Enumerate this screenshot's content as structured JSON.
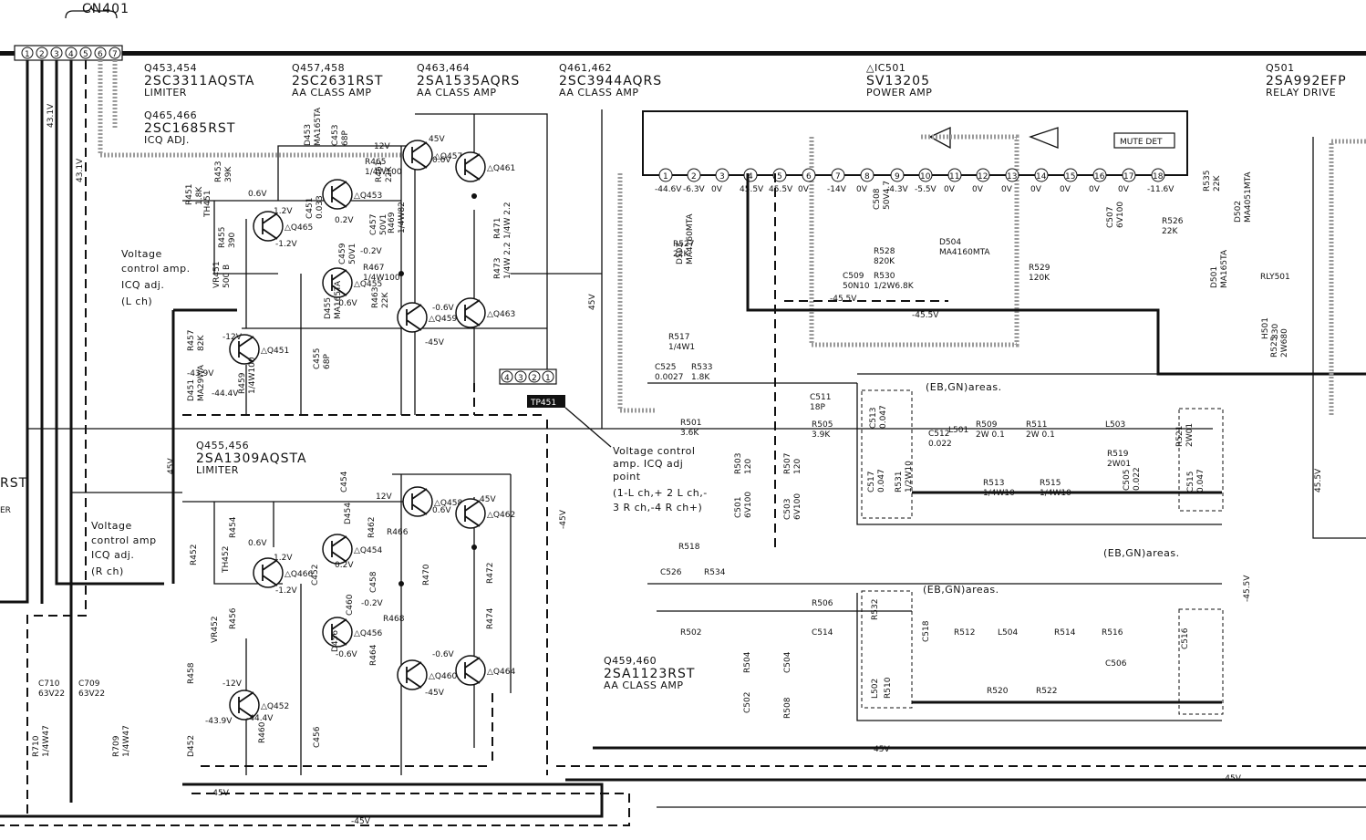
{
  "connector": {
    "name": "CN401",
    "pins": [
      "1",
      "2",
      "3",
      "4",
      "5",
      "6",
      "7"
    ]
  },
  "transistor_groups": [
    {
      "part": "Q453,454",
      "type": "2SC3311AQSTA",
      "role": "LIMITER"
    },
    {
      "part": "Q457,458",
      "type": "2SC2631RST",
      "role": "AA CLASS AMP"
    },
    {
      "part": "Q463,464",
      "type": "2SA1535AQRS",
      "role": "AA CLASS AMP"
    },
    {
      "part": "Q461,462",
      "type": "2SC3944AQRS",
      "role": "AA CLASS AMP"
    },
    {
      "part": "Q465,466",
      "type": "2SC1685RST",
      "role": "ICQ ADJ."
    },
    {
      "part": "Q455,456",
      "type": "2SA1309AQSTA",
      "role": "LIMITER"
    },
    {
      "part": "Q459,460",
      "type": "2SA1123RST",
      "role": "AA CLASS AMP"
    },
    {
      "part": "Q501",
      "type": "2SA992EFP",
      "role": "RELAY DRIVE"
    }
  ],
  "ic": {
    "part": "△IC501",
    "type": "SV13205",
    "role": "POWER AMP",
    "mute": "MUTE DET",
    "pins": [
      "1",
      "2",
      "3",
      "4",
      "5",
      "6",
      "7",
      "8",
      "9",
      "10",
      "11",
      "12",
      "13",
      "14",
      "15",
      "16",
      "17",
      "18"
    ],
    "pin_voltages": [
      "-44.6V",
      "-6.3V",
      "0V",
      "45.5V",
      "45.5V",
      "0V",
      "-14V",
      "0V",
      "-4.3V",
      "-5.5V",
      "0V",
      "0V",
      "0V",
      "0V",
      "0V",
      "0V",
      "0V",
      "-11.6V"
    ]
  },
  "notes": {
    "vc_l": [
      "Voltage",
      "control amp.",
      "ICQ adj.",
      "(L ch)"
    ],
    "vc_r": [
      "Voltage",
      "control amp",
      "ICQ adj.",
      "(R ch)"
    ],
    "tp": [
      "Voltage control",
      "amp. ICQ adj",
      "point",
      "(1-L ch,+ 2 L ch,-",
      "3 R ch,-4 R ch+)"
    ],
    "tp_name": "TP451",
    "tp_pins": [
      "4",
      "3",
      "2",
      "1"
    ],
    "areas": "(EB,GN)areas.",
    "edge_left": [
      "RST",
      "ER"
    ]
  },
  "rails": [
    "45V",
    "-45V",
    "43.1V",
    "45.5V",
    "-45.5V"
  ],
  "transistors": [
    "Q451",
    "Q452",
    "Q453",
    "Q454",
    "Q455",
    "Q456",
    "Q457",
    "Q458",
    "Q459",
    "Q460",
    "Q461",
    "Q462",
    "Q463",
    "Q464",
    "Q465",
    "Q466"
  ],
  "voltages": [
    "1.2V",
    "0.6V",
    "0.2V",
    "-0.2V",
    "-0.6V",
    "-1.2V",
    "-12V",
    "-43.9V",
    "-44.4V",
    "45V",
    "-45V",
    "12V",
    "0.6V",
    "-0.6V"
  ],
  "components_l": [
    {
      "name": "R451",
      "value": "1.8K"
    },
    {
      "name": "R453",
      "value": "39K"
    },
    {
      "name": "TH451",
      "value": ""
    },
    {
      "name": "R455",
      "value": "390"
    },
    {
      "name": "VR451",
      "value": "500 B"
    },
    {
      "name": "R457",
      "value": "82K"
    },
    {
      "name": "R459",
      "value": "1/4W100"
    },
    {
      "name": "D451",
      "value": "MA29WA"
    },
    {
      "name": "C453",
      "value": "68P"
    },
    {
      "name": "D453",
      "value": "MA165TA"
    },
    {
      "name": "R465",
      "value": "1/4W100"
    },
    {
      "name": "R461",
      "value": "22K"
    },
    {
      "name": "C451",
      "value": "0.033"
    },
    {
      "name": "C457",
      "value": "50V1"
    },
    {
      "name": "R469",
      "value": "1/4W82"
    },
    {
      "name": "C459",
      "value": "50V1"
    },
    {
      "name": "R467",
      "value": "1/4W100"
    },
    {
      "name": "R463",
      "value": "22K"
    },
    {
      "name": "D455",
      "value": "MA165TA"
    },
    {
      "name": "C455",
      "value": "68P"
    },
    {
      "name": "R471",
      "value": "1/4W 2.2"
    },
    {
      "name": "R473",
      "value": "1/4W 2.2"
    }
  ],
  "components_r": [
    {
      "name": "R452"
    },
    {
      "name": "R454"
    },
    {
      "name": "TH452"
    },
    {
      "name": "R456"
    },
    {
      "name": "VR452"
    },
    {
      "name": "R458"
    },
    {
      "name": "D452"
    },
    {
      "name": "R460"
    },
    {
      "name": "D454"
    },
    {
      "name": "C454"
    },
    {
      "name": "R462"
    },
    {
      "name": "R466"
    },
    {
      "name": "C452"
    },
    {
      "name": "C458"
    },
    {
      "name": "R470"
    },
    {
      "name": "R472"
    },
    {
      "name": "C460"
    },
    {
      "name": "R468"
    },
    {
      "name": "R464"
    },
    {
      "name": "D456"
    },
    {
      "name": "C456"
    },
    {
      "name": "R474"
    }
  ],
  "components_ic": [
    {
      "name": "R527",
      "value": "22K"
    },
    {
      "name": "D503",
      "value": "MA4160MTA"
    },
    {
      "name": "C508",
      "value": "50V4.7"
    },
    {
      "name": "R528",
      "value": "820K"
    },
    {
      "name": "D504",
      "value": "MA4160MTA"
    },
    {
      "name": "C509",
      "value": "50N10"
    },
    {
      "name": "R530",
      "value": "1/2W6.8K"
    },
    {
      "name": "R529",
      "value": "120K"
    },
    {
      "name": "C507",
      "value": "6V100"
    },
    {
      "name": "R526",
      "value": "22K"
    },
    {
      "name": "R535",
      "value": "22K"
    },
    {
      "name": "D502",
      "value": "MA4051MTA"
    },
    {
      "name": "D501",
      "value": "MA165TA"
    },
    {
      "name": "RLY501",
      "value": ""
    },
    {
      "name": "R525",
      "value": "2W680"
    },
    {
      "name": "H501",
      "value": "330"
    },
    {
      "name": "R517",
      "value": "1/4W1"
    },
    {
      "name": "C525",
      "value": "0.0027"
    },
    {
      "name": "R533",
      "value": "1.8K"
    },
    {
      "name": "R501",
      "value": "3.6K"
    },
    {
      "name": "R503",
      "value": "120"
    },
    {
      "name": "C501",
      "value": "6V100"
    },
    {
      "name": "R507",
      "value": "120"
    },
    {
      "name": "C503",
      "value": "6V100"
    },
    {
      "name": "C511",
      "value": "18P"
    },
    {
      "name": "R505",
      "value": "3.9K"
    },
    {
      "name": "C513",
      "value": "0.047"
    },
    {
      "name": "R531",
      "value": "1/2W10"
    },
    {
      "name": "C517",
      "value": "0.047"
    },
    {
      "name": "C512",
      "value": "0.022"
    },
    {
      "name": "L501",
      "value": ""
    },
    {
      "name": "R509",
      "value": "2W 0.1"
    },
    {
      "name": "R511",
      "value": "2W 0.1"
    },
    {
      "name": "L503",
      "value": ""
    },
    {
      "name": "R513",
      "value": "1/4W10"
    },
    {
      "name": "R515",
      "value": "1/4W10"
    },
    {
      "name": "R519",
      "value": "2W01"
    },
    {
      "name": "R521",
      "value": "2W01"
    },
    {
      "name": "C505",
      "value": "0.022"
    },
    {
      "name": "C515",
      "value": "0.047"
    },
    {
      "name": "R518",
      "value": ""
    },
    {
      "name": "C526",
      "value": ""
    },
    {
      "name": "R534",
      "value": ""
    },
    {
      "name": "R502",
      "value": ""
    },
    {
      "name": "R504",
      "value": ""
    },
    {
      "name": "C502",
      "value": ""
    },
    {
      "name": "C504",
      "value": ""
    },
    {
      "name": "R508",
      "value": ""
    },
    {
      "name": "R506",
      "value": ""
    },
    {
      "name": "C514",
      "value": ""
    },
    {
      "name": "R532",
      "value": ""
    },
    {
      "name": "C518",
      "value": ""
    },
    {
      "name": "L502",
      "value": ""
    },
    {
      "name": "R510",
      "value": ""
    },
    {
      "name": "R512",
      "value": ""
    },
    {
      "name": "L504",
      "value": ""
    },
    {
      "name": "R514",
      "value": ""
    },
    {
      "name": "R516",
      "value": ""
    },
    {
      "name": "R520",
      "value": ""
    },
    {
      "name": "R522",
      "value": ""
    },
    {
      "name": "C506",
      "value": ""
    },
    {
      "name": "C516",
      "value": ""
    }
  ],
  "bottom_left": [
    {
      "name": "C710",
      "value": "63V22"
    },
    {
      "name": "C709",
      "value": "63V22"
    },
    {
      "name": "R710",
      "value": "1/4W47"
    },
    {
      "name": "R709",
      "value": "1/4W47"
    }
  ]
}
